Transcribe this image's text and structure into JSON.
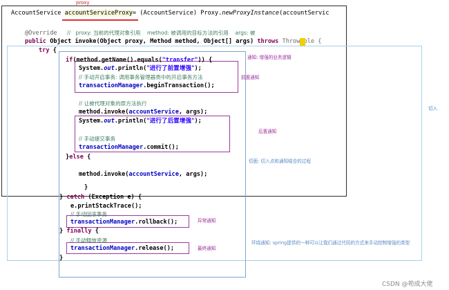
{
  "top_label": "proxy",
  "code": {
    "line1": {
      "a": "AccountService ",
      "var": "accountServiceProxy",
      "b": "= (AccountService) Proxy.",
      "method": "newProxyInstance",
      "c": "(accountServic"
    },
    "line2": {
      "ann": "@Override",
      "comment": "      //   proxy: 当前的代理对象引用    method: 被调用的目标方法的引用    args: 被"
    },
    "line3": {
      "kw1": "public",
      "a": " Object invoke(Object proxy, Method method, Object[] args) ",
      "kw2": "throws",
      "b": " Throwable {"
    },
    "line4": {
      "kw": "try",
      "b": " {"
    },
    "line5": {
      "kw": "if",
      "a": "(method.getName().equals(",
      "str": "\"transfer\"",
      "b": ")) {"
    },
    "line6": {
      "a": "System.",
      "fld": "out",
      "b": ".println(",
      "str": "\"进行了前置增强\"",
      "c": ");"
    },
    "line7": {
      "comment": "// 手动开启事务: 调用事务管理器类中的开启事务方法"
    },
    "line8": {
      "fld": "transactionManager",
      "b": ".beginTransaction();"
    },
    "line9": {
      "comment": "// 让被代理对象的原方法执行"
    },
    "line10": {
      "a": "method.invoke(",
      "fld": "accountService",
      "b": ", args);"
    },
    "line11": {
      "a": "System.",
      "fld": "out",
      "b": ".println(",
      "str": "\"进行了后置增强\"",
      "c": ");"
    },
    "line12": {
      "comment": "// 手动提交事务"
    },
    "line13": {
      "fld": "transactionManager",
      "b": ".commit();"
    },
    "line14": {
      "a": "}",
      "kw": "else",
      "b": " {"
    },
    "line15": {
      "a": "method.invoke(",
      "fld": "accountService",
      "b": ", args);"
    },
    "line16": {
      "a": "}"
    },
    "line17": {
      "a": "} ",
      "kw": "catch",
      "b": " (Exception e) {"
    },
    "line18": {
      "a": "e.printStackTrace();"
    },
    "line19": {
      "comment": "// 手动回滚事务"
    },
    "line20": {
      "fld": "transactionManager",
      "b": ".rollback();"
    },
    "line21": {
      "a": "} ",
      "kw": "finally",
      "b": " {"
    },
    "line22": {
      "comment": "// 手动释放资源"
    },
    "line23": {
      "fld": "transactionManager",
      "b": ".release();"
    },
    "line24": {
      "a": "}"
    }
  },
  "annotations": {
    "target": "通知: 增强的业务逻辑",
    "before": "前置通知",
    "after_returning": "后置通知",
    "aspect": "切面: 切入点和通知结合的过程",
    "pointcut": "切入",
    "after_throwing": "异常通知",
    "after": "最终通知",
    "around": "环绕通知: spring提供的一种可以让我们通过代码的方式来手动控制增强的类型"
  },
  "watermark": "CSDN @苟成大佬"
}
